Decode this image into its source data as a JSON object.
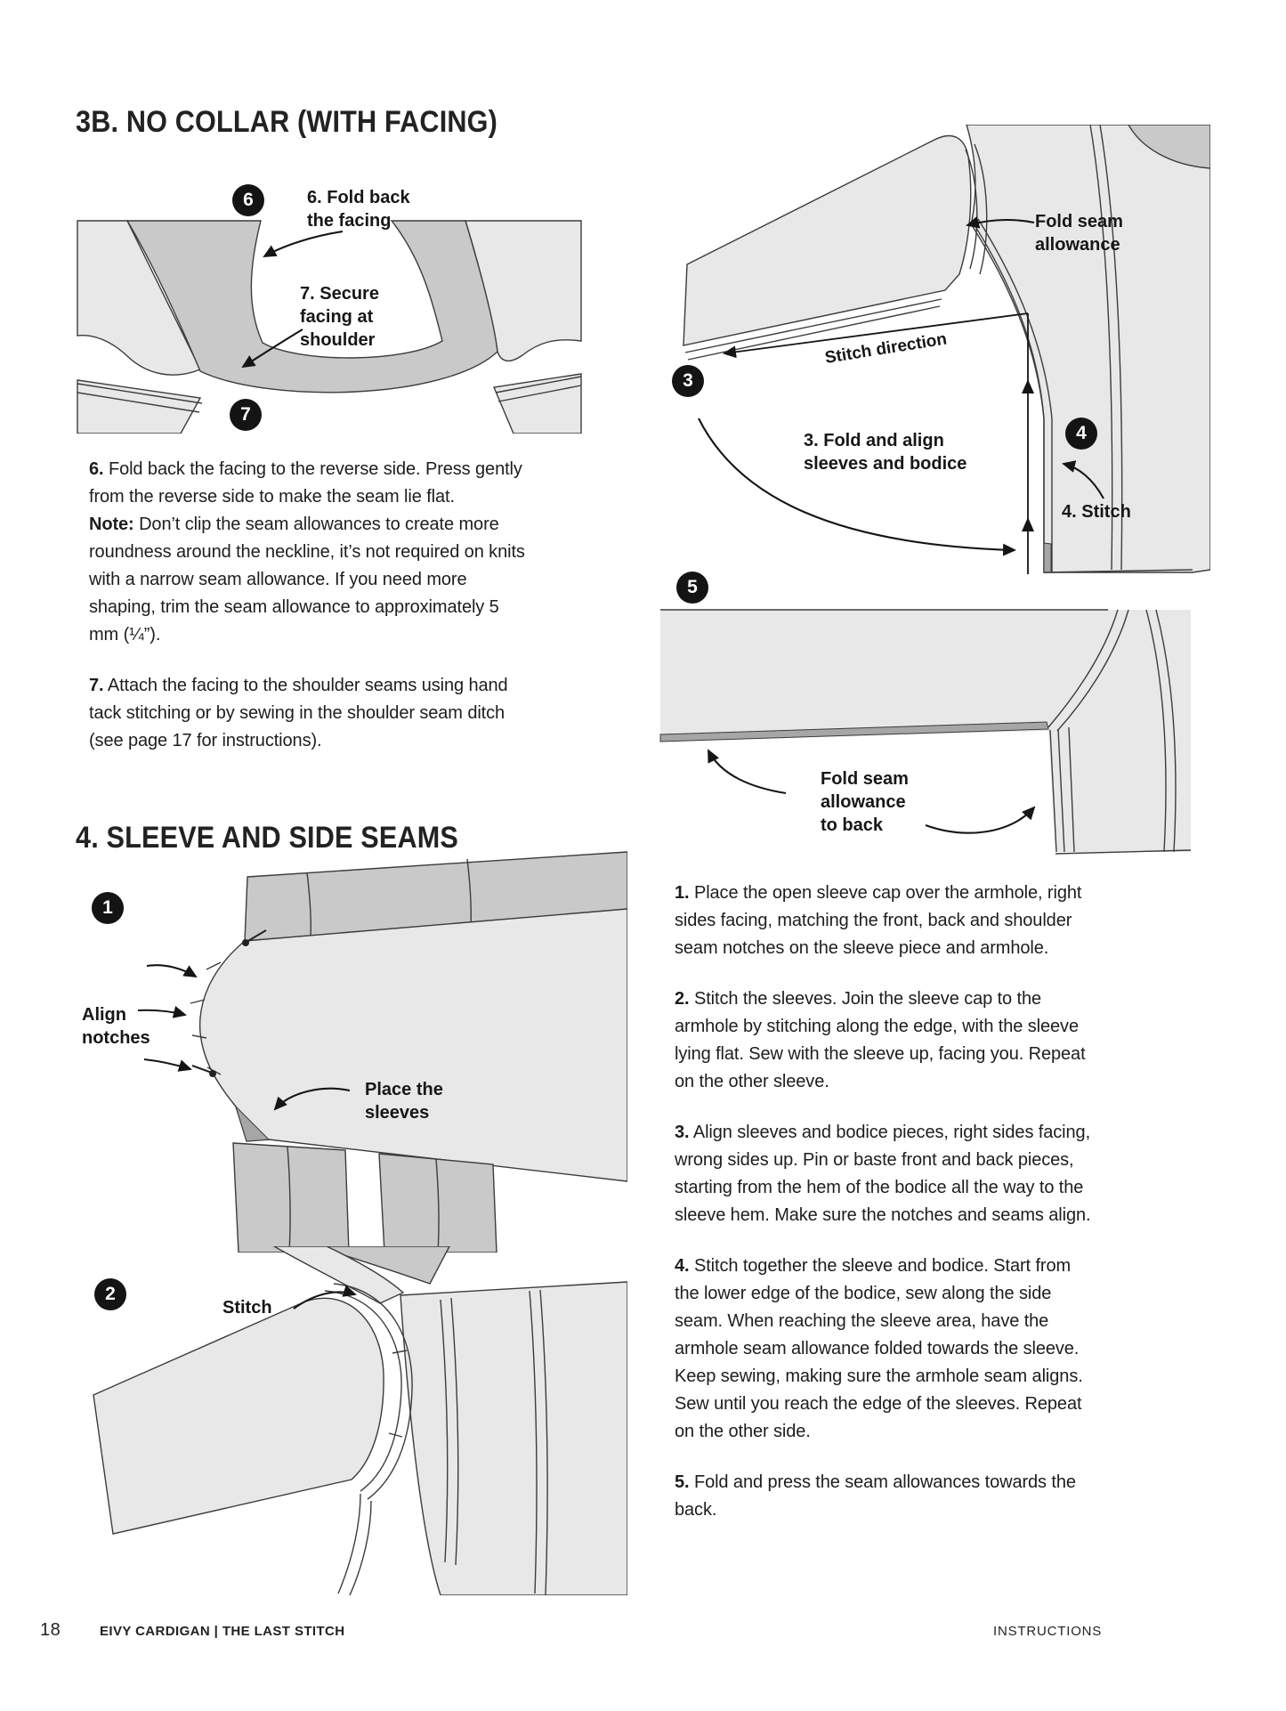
{
  "titles": {
    "section3b": "3B. NO COLLAR (WITH FACING)",
    "section4": "4. SLEEVE AND SIDE SEAMS"
  },
  "figures": {
    "neckline": {
      "badge6": "6",
      "badge7": "7",
      "label6": "6. Fold back\nthe facing",
      "label7": "7. Secure\nfacing at\nshoulder"
    },
    "place_sleeves": {
      "badge1": "1",
      "align_label": "Align\nnotches",
      "place_label": "Place the\nsleeves"
    },
    "stitch_cap": {
      "badge2": "2",
      "stitch_label": "Stitch"
    },
    "fold_align": {
      "badge3": "3",
      "badge4": "4",
      "fold_seam_label": "Fold seam\nallowance",
      "stitch_direction_label": "Stitch direction",
      "label3": "3. Fold and align\nsleeves and bodice",
      "label4": "4. Stitch"
    },
    "fold_back": {
      "badge5": "5",
      "label": "Fold seam\nallowance\nto back"
    }
  },
  "steps_3b": {
    "step6": {
      "num": "6.",
      "text": "Fold back the facing to the reverse side. Press gently from the reverse side to make the seam lie flat."
    },
    "note": {
      "label": "Note:",
      "text": "Don’t clip the seam allowances to create more roundness around the neckline, it’s not required on knits with a narrow seam allowance. If you need more shaping, trim the seam allowance to approximately 5 mm (¼”)."
    },
    "step7": {
      "num": "7.",
      "text": "Attach the facing to the shoulder seams using hand tack stitching or by sewing in the shoulder seam ditch (see page 17 for instructions)."
    }
  },
  "steps_4": [
    {
      "num": "1.",
      "text": "Place the open sleeve cap over the armhole, right sides facing, matching the front, back and shoulder seam notches on the sleeve piece and armhole."
    },
    {
      "num": "2.",
      "text": "Stitch the sleeves. Join the sleeve cap to the armhole by stitching along the edge, with the sleeve lying flat. Sew with the sleeve up, facing you. Repeat on the other sleeve."
    },
    {
      "num": "3.",
      "text": "Align sleeves and bodice pieces, right sides facing, wrong sides up. Pin or baste front and back pieces, starting from the hem of the bodice all the way to the sleeve hem. Make sure the notches and seams align."
    },
    {
      "num": "4.",
      "text": "Stitch together the sleeve and bodice. Start from the lower edge of the bodice, sew along the side seam. When reaching the sleeve area, have the armhole seam allowance folded towards the sleeve. Keep sewing, making sure the armhole seam aligns. Sew until you reach the edge of the sleeves. Repeat on the other side."
    },
    {
      "num": "5.",
      "text": "Fold and press the seam allowances towards the back."
    }
  ],
  "footer": {
    "page_number": "18",
    "booklet": "EIVY CARDIGAN | THE LAST STITCH",
    "section": "INSTRUCTIONS"
  },
  "colors": {
    "ink": "#1d1d1d",
    "light_fabric": "#e8e8e8",
    "medium_fabric": "#c9c9c9",
    "shadow_fabric": "#a6a6a6",
    "outline": "#3c3c3c"
  }
}
